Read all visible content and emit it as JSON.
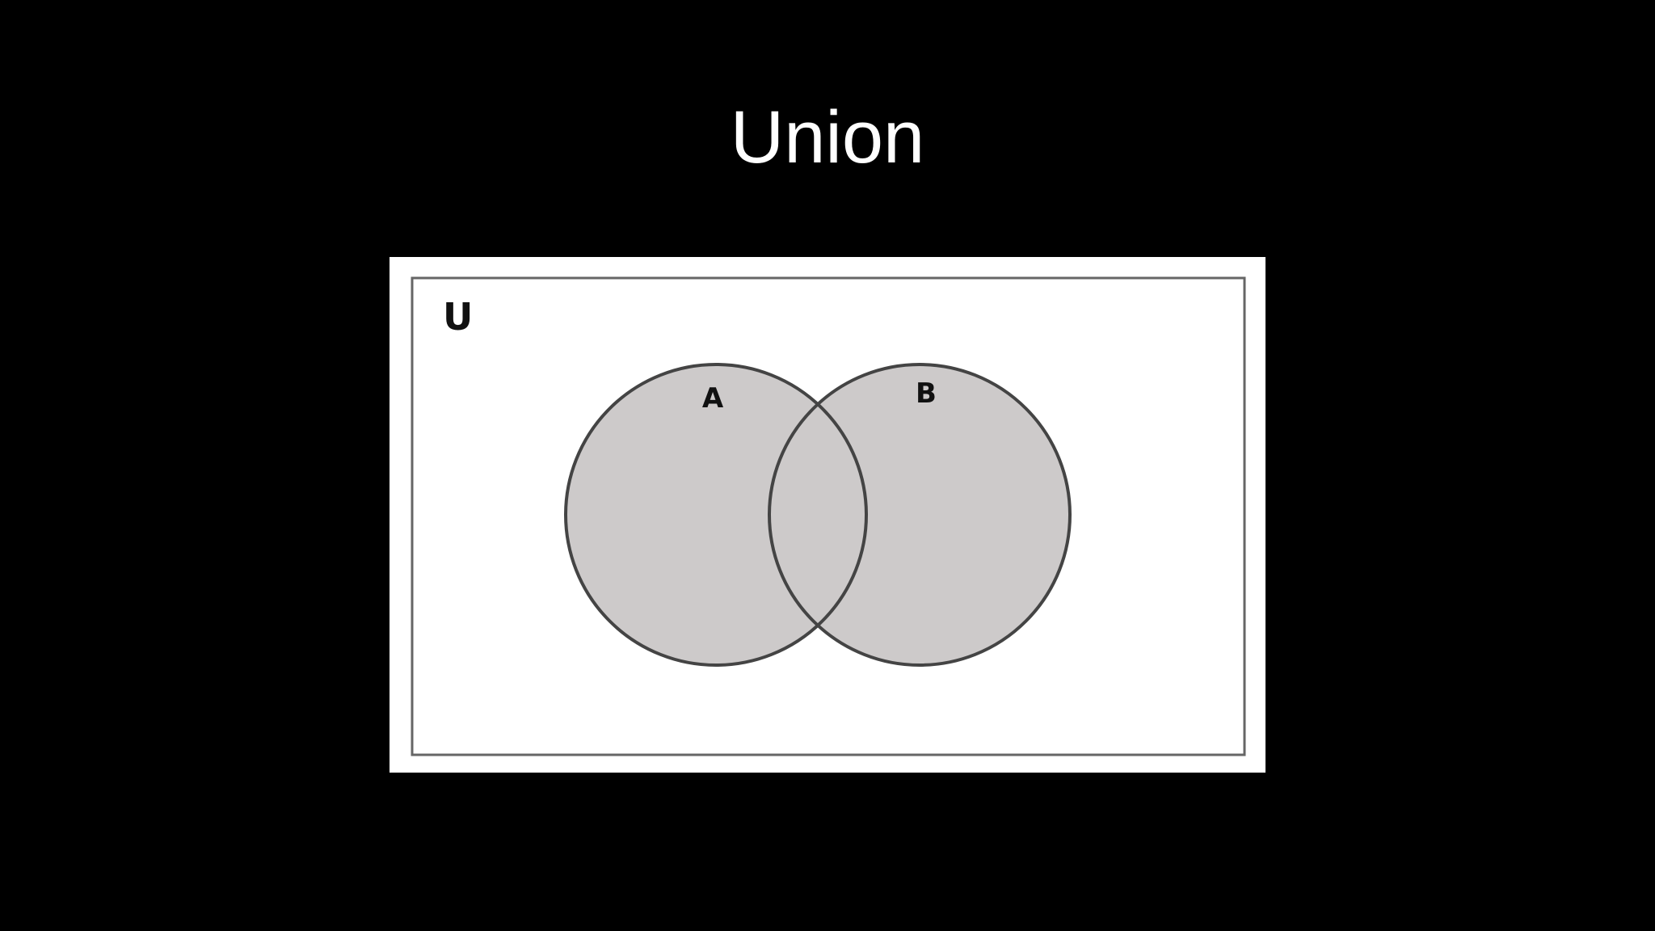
{
  "slide": {
    "title": "Union"
  },
  "venn": {
    "universe_label": "U",
    "sets": [
      {
        "label": "A"
      },
      {
        "label": "B"
      }
    ],
    "colors": {
      "fill": "#cdcaca",
      "stroke": "#444444",
      "universe_border": "#666666",
      "background": "#ffffff"
    }
  }
}
